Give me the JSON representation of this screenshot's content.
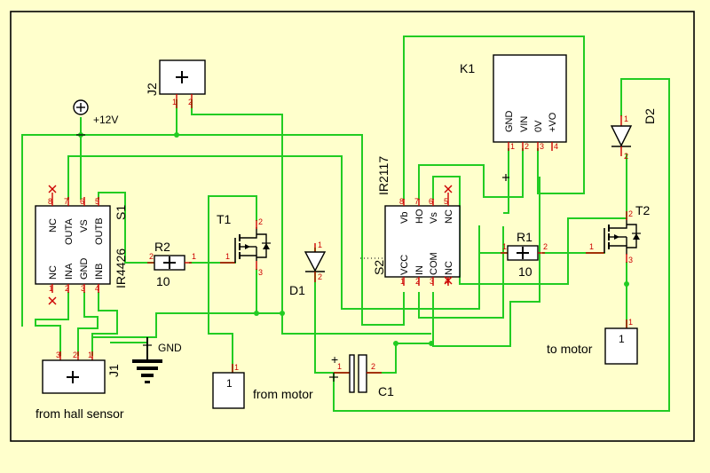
{
  "diagram": {
    "components": {
      "s1": {
        "ref": "S1",
        "part": "IR4426",
        "pins_top": [
          "NC",
          "OUTA",
          "VS",
          "OUTB"
        ],
        "pins_top_num": [
          "8",
          "7",
          "6",
          "5"
        ],
        "pins_bottom": [
          "NC",
          "INA",
          "GND",
          "INB"
        ],
        "pins_bottom_num": [
          "1",
          "2",
          "3",
          "4"
        ]
      },
      "s2": {
        "ref": "S2",
        "part": "IR2117",
        "pins_top": [
          "Vb",
          "HO",
          "Vs",
          "NC"
        ],
        "pins_top_num": [
          "8",
          "7",
          "6",
          "5"
        ],
        "pins_bottom": [
          "VCC",
          "IN",
          "COM",
          "NC"
        ],
        "pins_bottom_num": [
          "1",
          "2",
          "3",
          "4"
        ]
      },
      "k1": {
        "ref": "K1",
        "pins": [
          "GND",
          "VIN",
          "0V",
          "+VO"
        ],
        "pins_num": [
          "1",
          "2",
          "3",
          "4"
        ]
      },
      "r1": {
        "ref": "R1",
        "value": "10",
        "pin1": "1",
        "pin2": "2"
      },
      "r2": {
        "ref": "R2",
        "value": "10",
        "pin1": "1",
        "pin2": "2"
      },
      "t1": {
        "ref": "T1",
        "pin_g": "1",
        "pin_d": "2",
        "pin_s": "3"
      },
      "t2": {
        "ref": "T2",
        "pin_g": "1",
        "pin_d": "2",
        "pin_s": "3"
      },
      "d1": {
        "ref": "D1",
        "pin1": "1",
        "pin2": "2"
      },
      "d2": {
        "ref": "D2",
        "pin1": "1",
        "pin2": "2"
      },
      "c1": {
        "ref": "C1",
        "plus": "+",
        "pin1": "1",
        "pin2": "2"
      },
      "j1": {
        "ref": "J1",
        "caption": "from hall sensor",
        "pins_num": [
          "3",
          "2",
          "1"
        ]
      },
      "j2": {
        "ref": "J2",
        "pins_num": [
          "1",
          "2"
        ]
      },
      "conn_motor_in": {
        "caption": "from motor",
        "pin": "1"
      },
      "conn_motor_out": {
        "caption": "to motor",
        "pin": "1"
      }
    },
    "power": {
      "vcc_label": "+12V",
      "gnd_label": "GND"
    },
    "colors": {
      "background": "#ffffcc",
      "wire": "#22cc22",
      "pin": "#cc0000",
      "outline": "#000000"
    }
  }
}
